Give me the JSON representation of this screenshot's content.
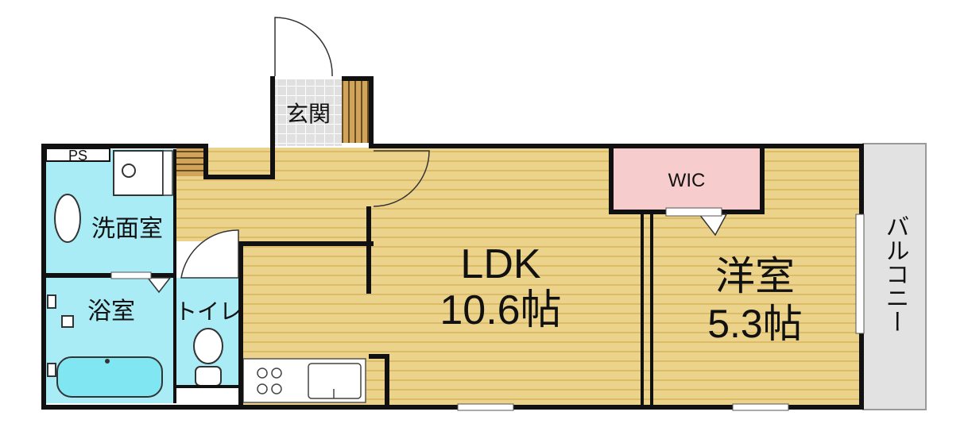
{
  "rooms": {
    "genkan": "玄関",
    "ps": "PS",
    "senmen": "洗面室",
    "yokushitsu": "浴室",
    "toilet": "トイレ",
    "ldk_name": "LDK",
    "ldk_size": "10.6帖",
    "wic": "WIC",
    "youshitsu_name": "洋室",
    "youshitsu_size": "5.3帖",
    "balcony": "バルコニー"
  },
  "colors": {
    "floor_wood": "#ecd38c",
    "floor_stripe": "#dcbc69",
    "wet_area": "#a9ecf6",
    "wic": "#f7cccc",
    "balcony": "#e2e2e2",
    "tile": "#d8d8d8",
    "wall": "#111111",
    "stairs": "#d1a45c",
    "bath_fill": "#7fe6f2"
  }
}
